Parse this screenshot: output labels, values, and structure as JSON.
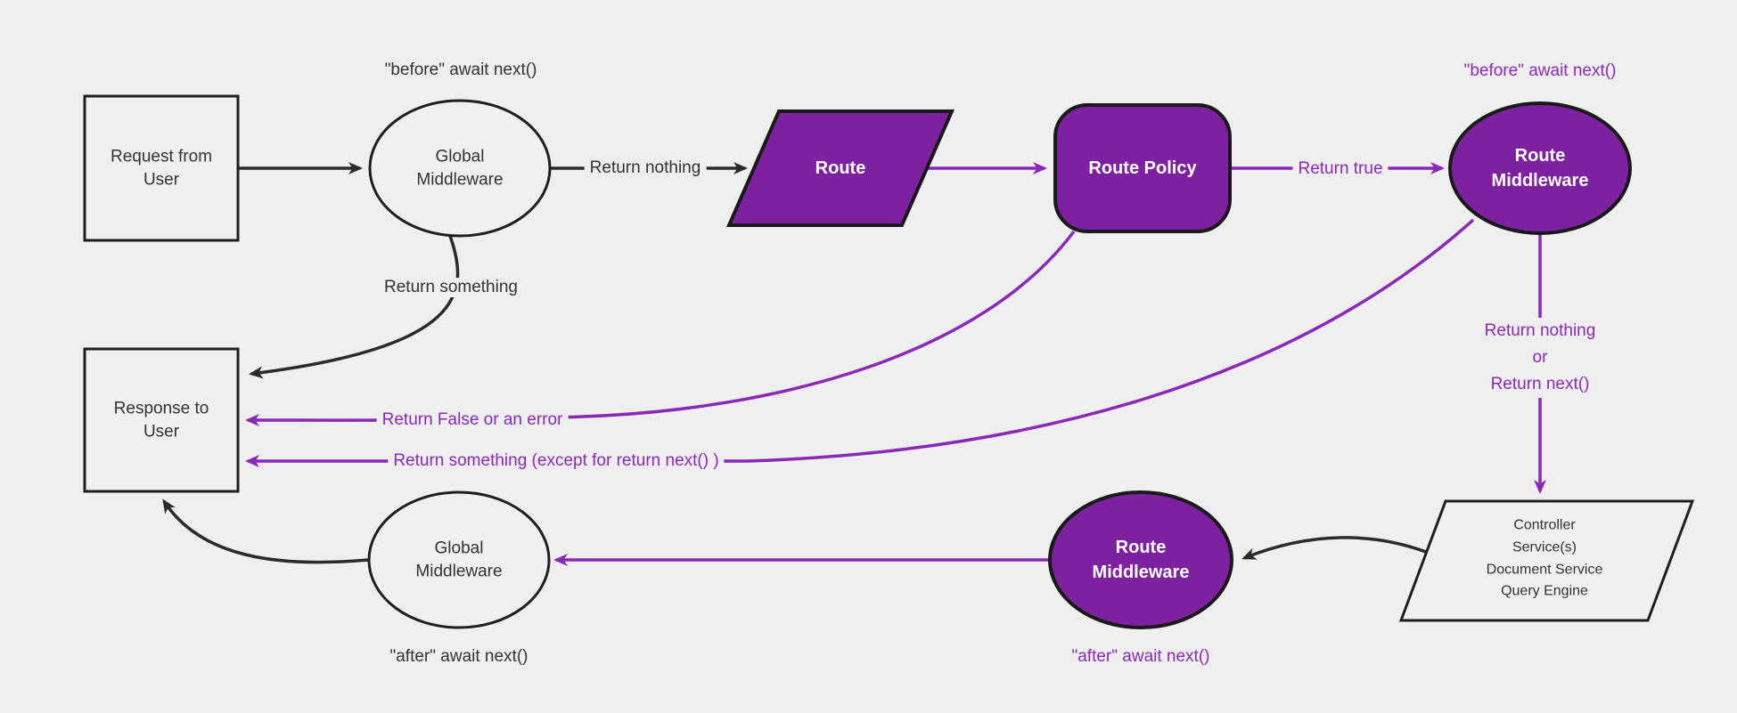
{
  "diagram": {
    "background": "#efefef",
    "colors": {
      "purple_fill": "#7d21a1",
      "purple_line": "#8a28b8",
      "black_line": "#2b2b2b",
      "dark_text": "#333333",
      "light_text": "#ffffff",
      "node_border": "#1f1f1f"
    },
    "nodes": {
      "request": {
        "shape": "rectangle",
        "label": "Request from User"
      },
      "global_middleware_top": {
        "shape": "ellipse",
        "label": "Global Middleware"
      },
      "route": {
        "shape": "parallelogram",
        "label": "Route"
      },
      "route_policy": {
        "shape": "rounded-rectangle",
        "label": "Route Policy"
      },
      "route_middleware_top": {
        "shape": "ellipse",
        "label": "Route Middleware"
      },
      "controller": {
        "shape": "parallelogram",
        "lines": [
          "Controller",
          "Service(s)",
          "Document Service",
          "Query Engine"
        ]
      },
      "route_middleware_bottom": {
        "shape": "ellipse",
        "label": "Route Middleware"
      },
      "global_middleware_bottom": {
        "shape": "ellipse",
        "label": "Global Middleware"
      },
      "response": {
        "shape": "rectangle",
        "label": "Response to User"
      }
    },
    "edge_labels": {
      "before_global": "\"before\" await next()",
      "return_nothing": "Return nothing",
      "return_something": "Return something",
      "return_true": "Return true",
      "before_route": "\"before\" await next()",
      "return_nothing_or": [
        "Return nothing",
        "or",
        "Return next()"
      ],
      "return_false_error": "Return False or an error",
      "return_something_except": "Return something (except for return next() )",
      "after_route": "\"after\" await next()",
      "after_global": "\"after\" await next()"
    }
  }
}
